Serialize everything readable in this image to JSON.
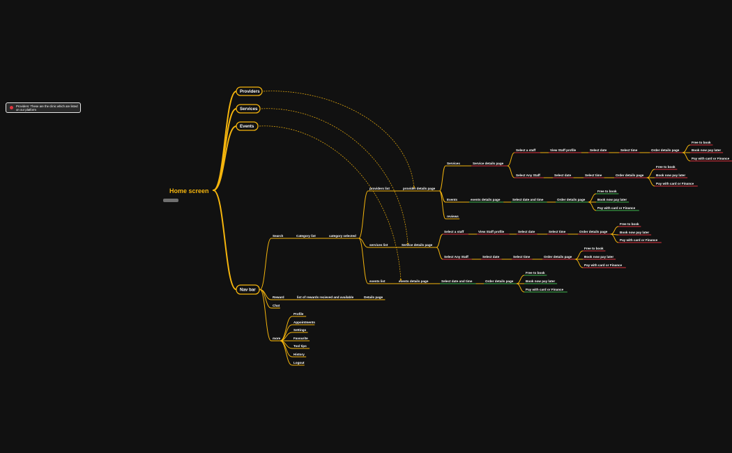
{
  "root": {
    "label": "Home screen"
  },
  "note": {
    "text": "Providers: These are the clinic which are listed on our platform"
  },
  "colors": {
    "branch": "#f5b50d",
    "red": "#e0343e",
    "green": "#3fb950",
    "text": "#ffffff",
    "background": "#111111"
  },
  "nodes": {
    "providers": "Providers",
    "services": "Services",
    "events": "Events",
    "navbar": "Nav bar",
    "search": "Search",
    "category_list": "Category list",
    "category_selected": "category selected",
    "providers_list": "providers list",
    "provider_details_page": "provider details page",
    "services_list": "services list",
    "service_details_page": "Service details page",
    "events_list": "events list",
    "events_details_page": "events details page",
    "p_services": "Services",
    "p_service_details": "Service details page",
    "p_select_staff": "Select a staff",
    "p_view_staff": "View Staff profile",
    "p_select_date_1": "Select date",
    "p_select_time_1": "Select time",
    "p_order_1": "Order details page",
    "p_free_1": "Free to book",
    "p_book_later_1": "Book now pay later",
    "p_pay_card_1": "Pay with card or Finance",
    "p_select_any": "Select Any Staff",
    "p_select_date_2": "Select date",
    "p_select_time_2": "Select time",
    "p_order_2": "Order details page",
    "p_free_2": "Free to book",
    "p_book_later_2": "Book now pay later",
    "p_pay_card_2": "Pay with card or Finance",
    "p_events": "Events",
    "p_events_details": "events details page",
    "p_select_dt": "Select date and time",
    "p_order_3": "Order details page",
    "p_free_3": "Free to book",
    "p_book_later_3": "Book now pay later",
    "p_pay_card_3": "Pay with card or Finance",
    "p_reviews": "reviews",
    "s_select_staff": "Select a staff",
    "s_view_staff": "View Staff profile",
    "s_select_date_1": "Select date",
    "s_select_time_1": "Select time",
    "s_order_1": "Order details page",
    "s_free_1": "Free to book",
    "s_book_later_1": "Book now pay later",
    "s_pay_card_1": "Pay with card or Finance",
    "s_select_any": "Select Any Staff",
    "s_select_date_2": "Select date",
    "s_select_time_2": "Select time",
    "s_order_2": "Order details page",
    "s_free_2": "Free to book",
    "s_book_later_2": "Book now pay later",
    "s_pay_card_2": "Pay with card or Finance",
    "e_select_dt": "Select date and time",
    "e_order": "Order details page",
    "e_free": "Free to book",
    "e_book_later": "Book now pay later",
    "e_pay_card": "Pay with card or Finance",
    "reward": "Reward",
    "rewards_list": "list of rewards recieved and available",
    "details_page": "Details page",
    "chat": "Chat",
    "more": "more",
    "profile": "Profile",
    "appointments": "Appointments",
    "settings": "Settings",
    "favourite": "Favourite",
    "tool_tips": "Tool tips",
    "history": "History",
    "logout": "Logout"
  }
}
